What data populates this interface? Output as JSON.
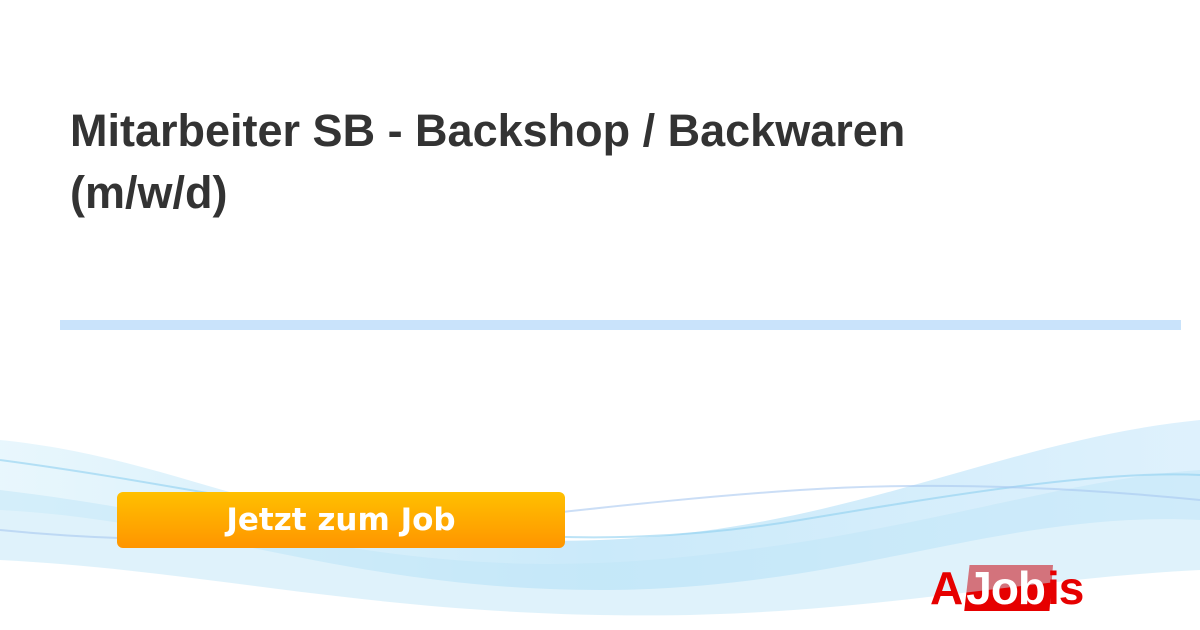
{
  "job": {
    "title": "Mitarbeiter SB - Backshop / Backwaren (m/w/d)"
  },
  "cta": {
    "label": "Jetzt zum Job"
  },
  "logo": {
    "part1": "A",
    "part2": "Job",
    "part3": "is"
  },
  "colors": {
    "accent": "#ff9f00",
    "brand": "#e60000",
    "divider": "#c9e3fb"
  }
}
